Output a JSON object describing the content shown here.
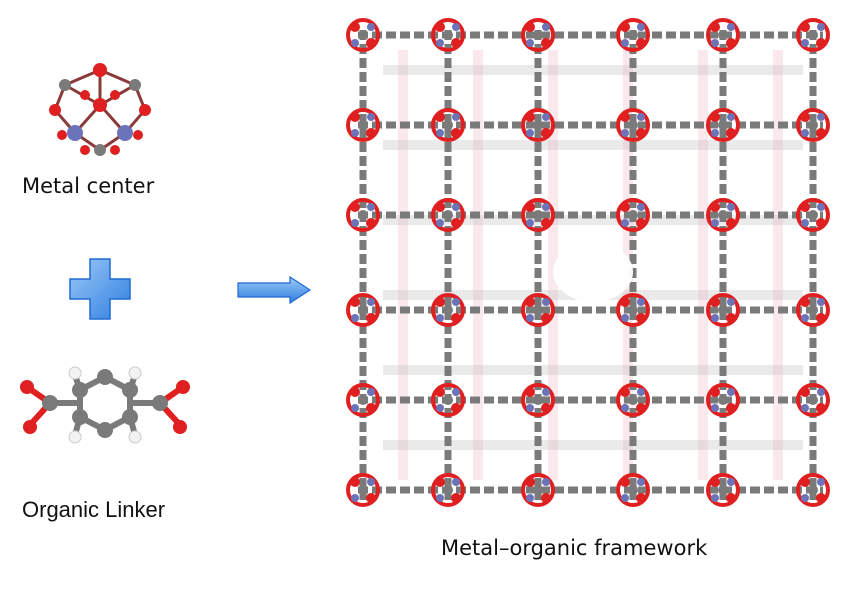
{
  "labels": {
    "metal_center": "Metal center",
    "organic_linker": "Organic Linker",
    "mof": "Metal–organic framework"
  },
  "colors": {
    "oxygen": "#e02020",
    "carbon": "#7a7a7a",
    "hydrogen": "#f2f2f2",
    "metal": "#6b74b8",
    "symbol_blue": "#3a8ee8",
    "bond_pink": "#e8a6b8"
  },
  "icons": {
    "plus": "plus-icon",
    "arrow": "right-arrow-icon"
  }
}
